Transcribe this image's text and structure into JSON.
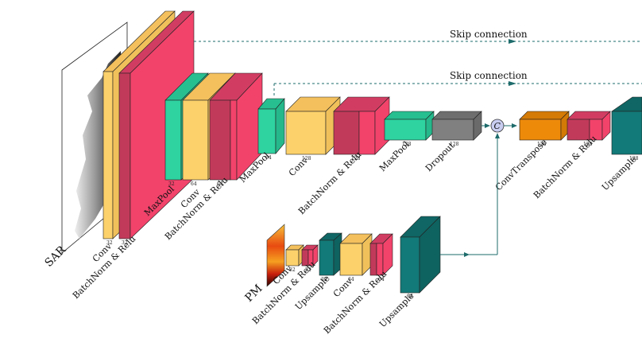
{
  "colors": {
    "conv": "#fcd16b",
    "bn": "#f2436b",
    "bn_dark": "#c23a5a",
    "pool": "#2ed3a0",
    "dropout": "#808080",
    "transpose": "#ee8a0a",
    "upsample": "#127a78",
    "arrow": "#1e6b6b",
    "concat": "#c9cdf0"
  },
  "labels": {
    "sar": "SAR",
    "pm": "PM",
    "skip_top": "Skip connection",
    "skip_mid": "Skip connection",
    "concat_symbol": "C",
    "enc_conv1": "Conv",
    "enc_bn1": "BatchNorm & Relu",
    "enc_pool1": "MaxPool",
    "enc_conv2": "Conv",
    "enc_bn2": "BatchNorm & Relu",
    "enc_pool2": "MaxPool",
    "enc_conv3": "Conv",
    "enc_bn3": "BatchNorm & Relu",
    "enc_pool3": "MaxPool",
    "dropout": "Dropout",
    "convtranspose": "ConvTranspose",
    "dec_bn": "BatchNorm & Relu",
    "dec_up": "Upsample",
    "pm_conv1": "Conv",
    "pm_bn1": "BatchNorm & Relu",
    "pm_up1": "Upsample",
    "pm_conv2": "Conv",
    "pm_bn2": "BatchNorm & Relu",
    "pm_up2": "Upsample"
  },
  "sizes": {
    "enc_conv1": "32",
    "enc_bn1": "32",
    "enc_pool1": "32",
    "enc_conv2": "64",
    "enc_bn2": "64",
    "enc_pool2": "64",
    "enc_conv3": "128",
    "enc_bn3": "128",
    "enc_pool3": "128",
    "dropout": "128",
    "convtranspose": "128",
    "dec_bn": "128",
    "dec_up": "128",
    "pm_conv1": "32",
    "pm_bn1": "32",
    "pm_up1": "32",
    "pm_conv2": "64",
    "pm_bn2": "64",
    "pm_up2": "64"
  }
}
